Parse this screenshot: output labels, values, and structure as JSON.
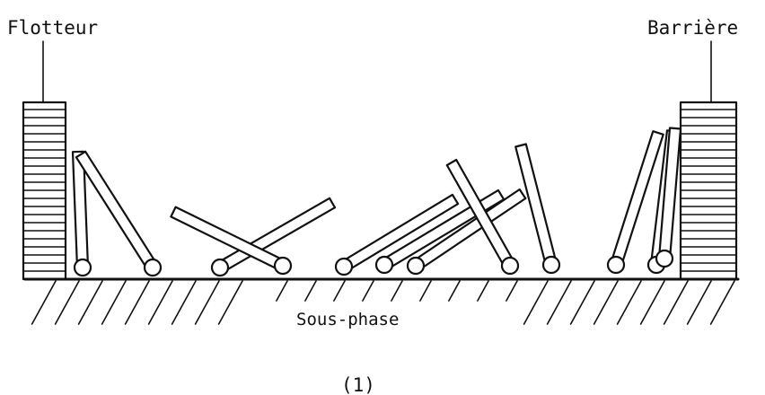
{
  "labels": {
    "float": "Flotteur",
    "barrier": "Barrière",
    "subphase": "Sous-phase",
    "figure_number": "(1)"
  }
}
